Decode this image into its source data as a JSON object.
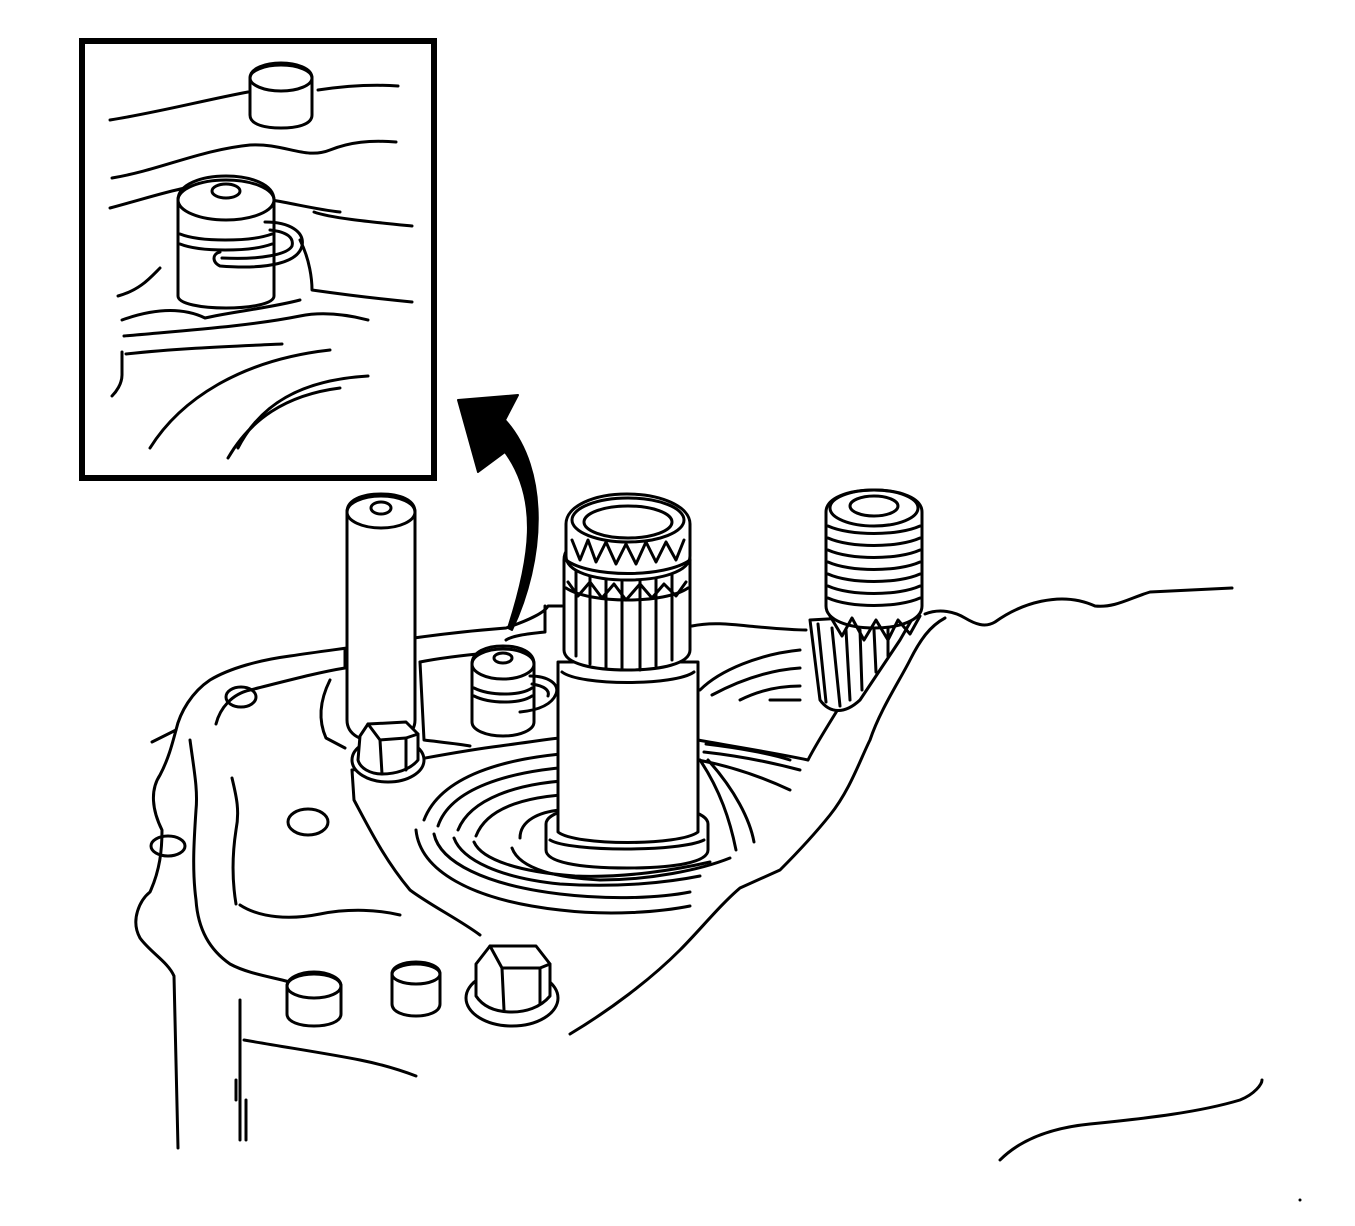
{
  "diagram": {
    "style": "black-and-white technical line illustration",
    "colors": {
      "line": "#000000",
      "background": "#ffffff"
    },
    "components": [
      {
        "name": "transmission-case"
      },
      {
        "name": "dowel-pin-tube"
      },
      {
        "name": "input-shaft-splined"
      },
      {
        "name": "output-shaft-threaded"
      },
      {
        "name": "detent-plug-with-snap-ring"
      },
      {
        "name": "case-bolt-upper"
      },
      {
        "name": "case-bolt-lower"
      },
      {
        "name": "dowel-locator-left"
      },
      {
        "name": "dowel-locator-right"
      },
      {
        "name": "callout-arrow"
      },
      {
        "name": "detail-inset"
      }
    ]
  }
}
